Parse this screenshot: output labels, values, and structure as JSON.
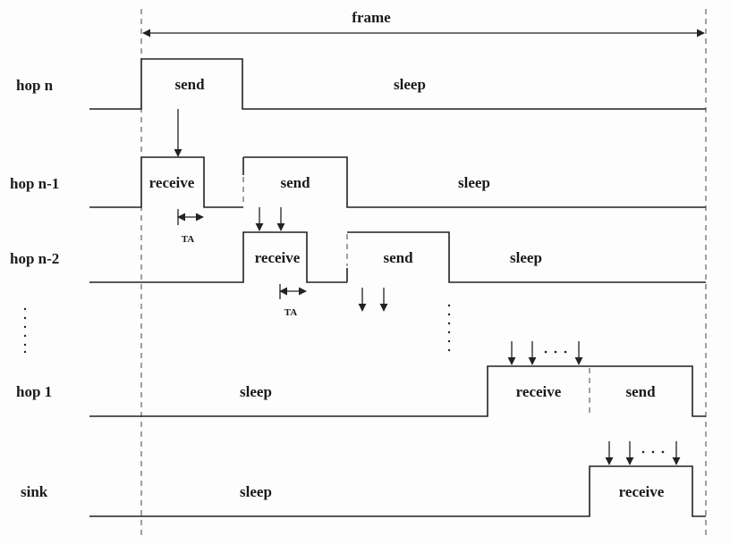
{
  "frame_label": "frame",
  "rows": [
    {
      "id": "hop_n",
      "label": "hop n",
      "segments": [
        "send",
        "sleep"
      ]
    },
    {
      "id": "hop_n1",
      "label": "hop n-1",
      "segments": [
        "receive",
        "send",
        "sleep"
      ]
    },
    {
      "id": "hop_n2",
      "label": "hop n-2",
      "segments": [
        "receive",
        "send",
        "sleep"
      ]
    },
    {
      "id": "hop_1",
      "label": "hop 1",
      "segments": [
        "sleep",
        "receive",
        "send"
      ]
    },
    {
      "id": "sink",
      "label": "sink",
      "segments": [
        "sleep",
        "receive"
      ]
    }
  ],
  "ta_labels": [
    "TA",
    "TA"
  ]
}
